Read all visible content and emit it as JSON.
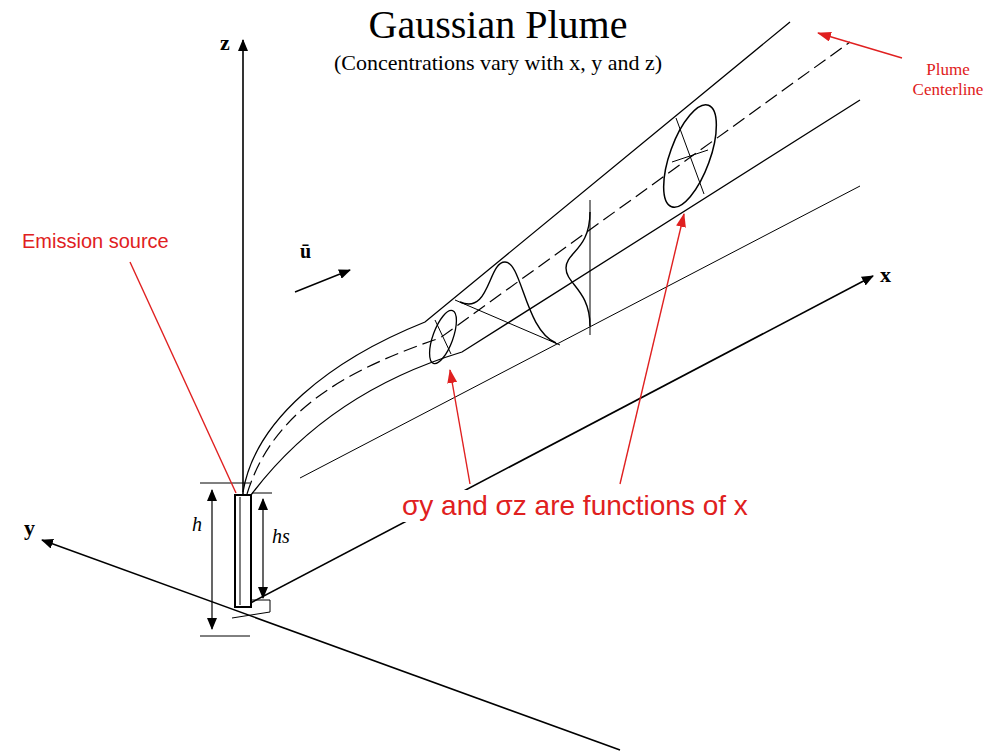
{
  "diagram": {
    "title": "Gaussian Plume",
    "labels": [
      "z",
      "(Concentrations vary with x, y and z)",
      "Plume Centerline",
      "ū",
      "x",
      "Emission source",
      "y",
      "h",
      "hs",
      "σy and σz are functions of x"
    ]
  }
}
